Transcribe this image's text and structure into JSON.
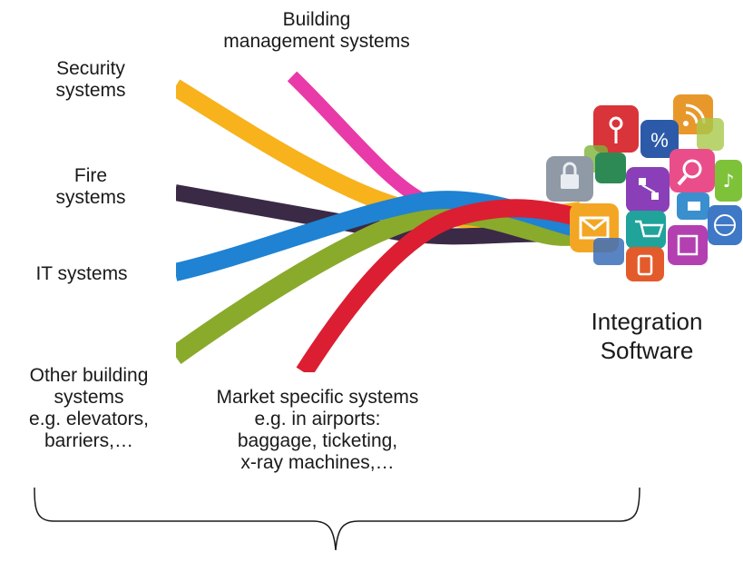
{
  "labels": {
    "building_mgmt": [
      "Building",
      "management systems"
    ],
    "security": [
      "Security",
      "systems"
    ],
    "fire": [
      "Fire",
      "systems"
    ],
    "it": [
      "IT systems"
    ],
    "other": [
      "Other building",
      "systems",
      "e.g. elevators,",
      "barriers,…"
    ],
    "market": [
      "Market specific systems",
      "e.g. in airports:",
      "baggage, ticketing,",
      "x-ray machines,…"
    ],
    "integration": [
      "Integration",
      "Software"
    ]
  },
  "colors": {
    "pink": "#e83aa8",
    "yellow": "#f7b21c",
    "purple": "#3a2a46",
    "blue": "#1f82d2",
    "green": "#8aaa2c",
    "red": "#dc1e32"
  },
  "icons": [
    "rss-icon",
    "antenna-icon",
    "percent-icon",
    "magnifier-icon",
    "music-icon",
    "lock-icon",
    "email-icon",
    "cart-icon",
    "network-icon",
    "globe-icon",
    "film-icon",
    "phone-icon"
  ]
}
